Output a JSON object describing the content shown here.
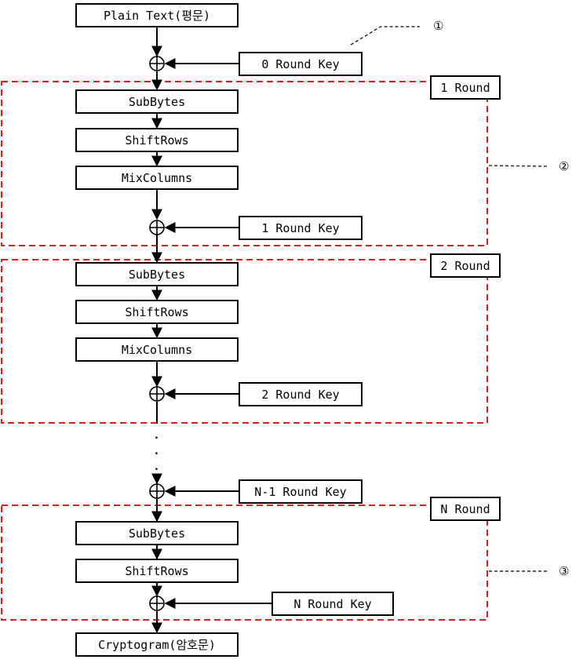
{
  "plain_text": "Plain Text(평문)",
  "cryptogram": "Cryptogram(암호문)",
  "round0_key": "0 Round Key",
  "round1": {
    "title": "1 Round",
    "sub": "SubBytes",
    "shift": "ShiftRows",
    "mix": "MixColumns",
    "key": "1 Round Key"
  },
  "round2": {
    "title": "2 Round",
    "sub": "SubBytes",
    "shift": "ShiftRows",
    "mix": "MixColumns",
    "key": "2 Round Key"
  },
  "roundN1_key": "N-1 Round Key",
  "roundN": {
    "title": "N Round",
    "sub": "SubBytes",
    "shift": "ShiftRows",
    "key": "N Round Key"
  },
  "callouts": {
    "c1": "①",
    "c2": "②",
    "c3": "③"
  },
  "ellipsis": ". . .",
  "colors": {
    "round_border": "#e31b1b",
    "line": "#000000"
  }
}
